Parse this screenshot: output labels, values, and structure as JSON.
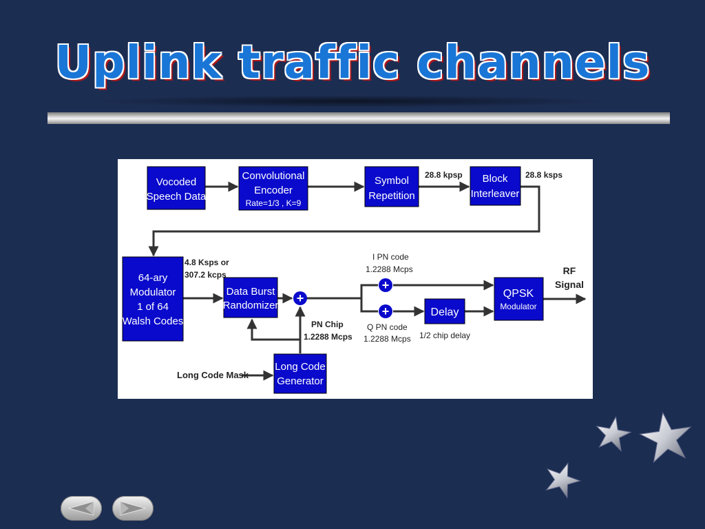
{
  "slide": {
    "title": "Uplink traffic channels"
  },
  "blocks": {
    "vocoded": [
      "Vocoded",
      "Speech Data"
    ],
    "conv_encoder": [
      "Convolutional",
      "Encoder"
    ],
    "conv_rate": "Rate=1/3 , K=9",
    "symbol_rep": [
      "Symbol",
      "Repetition"
    ],
    "block_interleaver": [
      "Block",
      "Interleaver"
    ],
    "modulator": [
      "64-ary",
      "Modulator",
      "1 of 64",
      "Walsh Codes"
    ],
    "randomizer": [
      "Data Burst",
      "Randomizer"
    ],
    "qpsk": "QPSK",
    "qpsk_sub": "Modulator",
    "delay": "Delay",
    "long_code_gen": [
      "Long Code",
      "Generator"
    ]
  },
  "labels": {
    "rate_288_kpsp": "28.8 kpsp",
    "rate_288_ksps": "28.8 ksps",
    "rate_48": "4.8 Ksps or",
    "rate_3072": "307.2 kcps",
    "i_pn": "I PN code",
    "i_pn_rate": "1.2288 Mcps",
    "q_pn": "Q PN code",
    "q_pn_rate": "1.2288 Mcps",
    "pn_chip": "PN Chip",
    "pn_chip_rate": "1.2288 Mcps",
    "half_chip": "1/2 chip delay",
    "rf": "RF",
    "signal": "Signal",
    "long_code_mask": "Long Code Mask"
  },
  "symbols": {
    "adder": "+"
  },
  "colors": {
    "background": "#1c2d52",
    "block_fill": "#0a0acc",
    "title": "#1a76d6",
    "title_shadow": "#b01818",
    "line": "#333333"
  }
}
